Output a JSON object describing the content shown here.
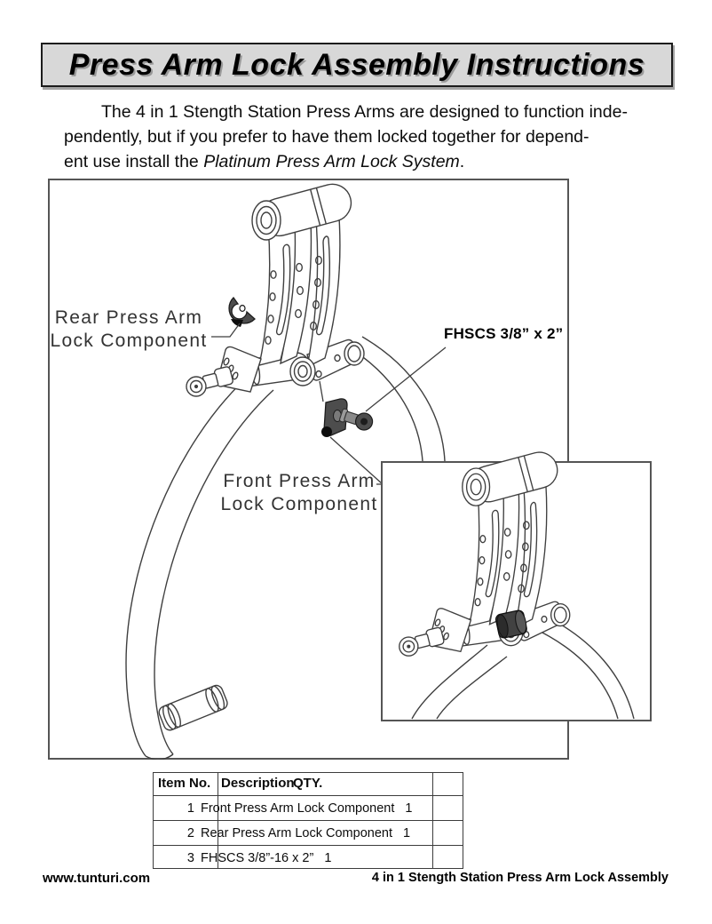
{
  "header": {
    "title": "Press Arm Lock Assembly Instructions"
  },
  "intro": {
    "line1": "The 4 in 1 Stength Station Press Arms are designed to function inde-",
    "line2": "pendently, but if you prefer to have them locked together for depend-",
    "line3_pre": "ent use install the ",
    "line3_italic": "Platinum Press Arm Lock System",
    "line3_end": "."
  },
  "diagram": {
    "labels": {
      "rear_line1": "Rear Press Arm",
      "rear_line2": "Lock Component",
      "front_line1": "Front Press Arm",
      "front_line2": "Lock Component",
      "bolt": "FHSCS 3/8” x 2”"
    }
  },
  "parts_table": {
    "headers": {
      "item": "Item No.",
      "description": "Description",
      "qty": "QTY."
    },
    "rows": [
      {
        "item": "1",
        "description": "Front Press Arm Lock Component",
        "qty": "1"
      },
      {
        "item": "2",
        "description": "Rear Press Arm Lock Component",
        "qty": "1"
      },
      {
        "item": "3",
        "description": "FHSCS 3/8”-16 x 2”",
        "qty": "1"
      }
    ]
  },
  "footer": {
    "website": "www.tunturi.com",
    "product": "4 in 1 Stength Station Press Arm Lock Assembly"
  },
  "colors": {
    "title_background": "#d8d8d8",
    "line_art": "#3f3f3f",
    "dark_component": "#4a4a4a",
    "page_background": "#ffffff"
  }
}
